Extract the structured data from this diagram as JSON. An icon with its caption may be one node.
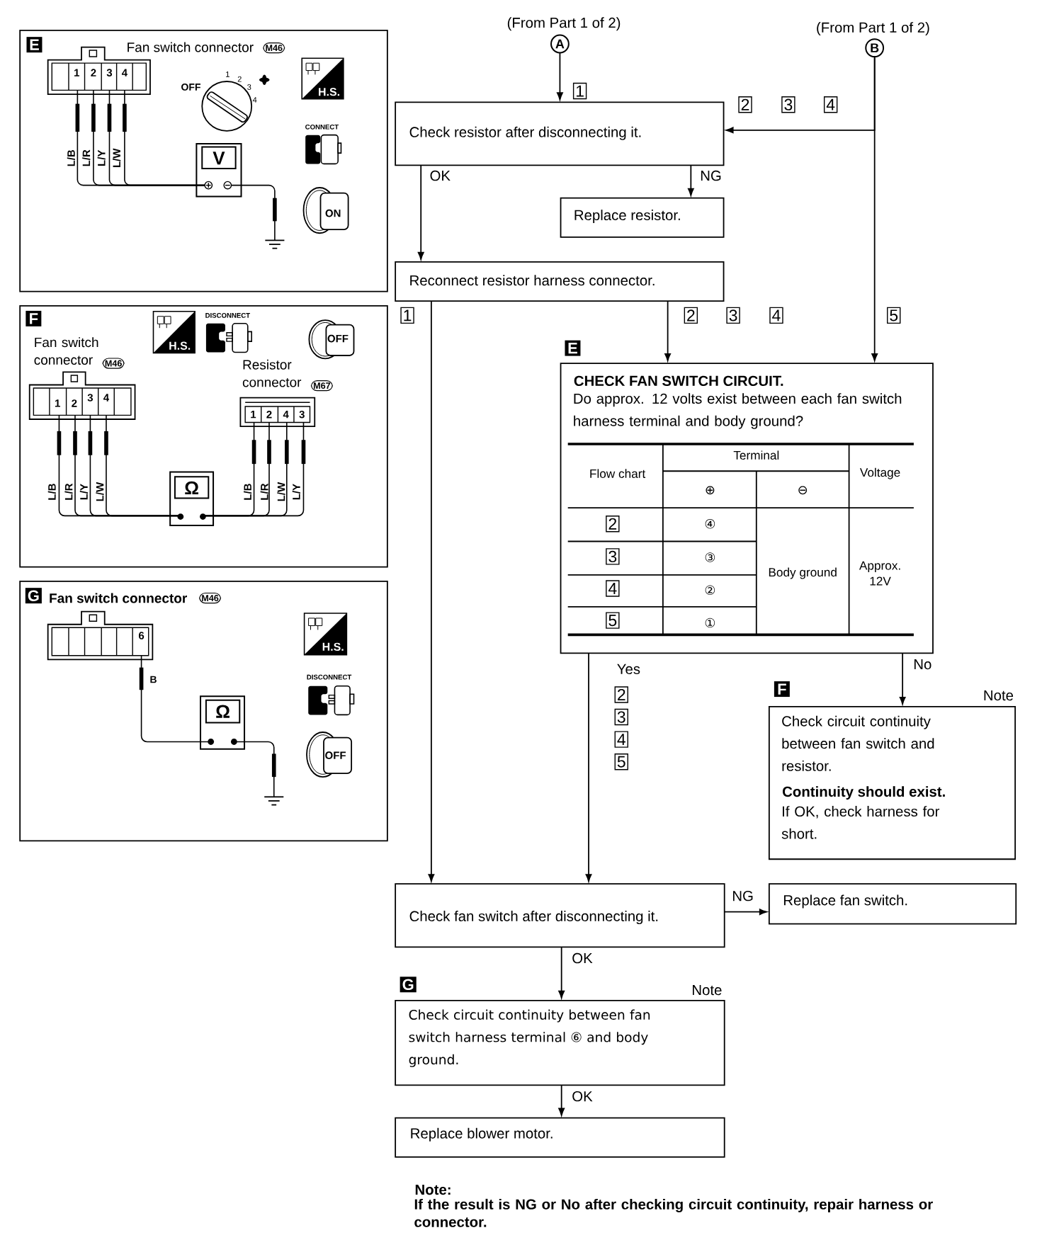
{
  "diagram": {
    "nodes": [
      {
        "text": [
          "A"
        ],
        "beside": [
          "(From Part 1 of 2)"
        ]
      },
      {
        "text": [
          "B"
        ],
        "beside": [
          "(From Part 1 of 2)"
        ]
      },
      {
        "text": [
          "Check resistor after disconnecting it."
        ]
      },
      {
        "text": [
          "Replace resistor."
        ]
      },
      {
        "text": [
          "Reconnect resistor harness connector."
        ]
      },
      {
        "text": [
          "CHECK FAN SWITCH CIRCUIT.",
          "Do approx. 12 volts exist between each fan switch harness terminal and body ground?"
        ],
        "beside": [
          "E"
        ]
      },
      {
        "text": [
          "Check circuit continuity between fan switch and resistor.",
          "Continuity should exist.",
          "If OK, check harness for short."
        ],
        "beside": [
          "F",
          "Note"
        ]
      },
      {
        "text": [
          "Check fan switch after disconnecting it."
        ]
      },
      {
        "text": [
          "Replace fan switch."
        ]
      },
      {
        "text": [
          "Check circuit continuity between fan switch harness terminal ⑥ and body ground."
        ],
        "beside": [
          "G",
          "Note"
        ]
      },
      {
        "text": [
          "Replace blower motor."
        ]
      },
      {
        "text": [
          "E",
          "Fan switch connector",
          "M46",
          "1",
          "2",
          "3",
          "4",
          "OFF",
          "1",
          "2",
          "3",
          "4",
          "L/B",
          "L/R",
          "L/Y",
          "L/W",
          "V",
          "H.S.",
          "CONNECT",
          "ON"
        ]
      },
      {
        "text": [
          "F",
          "Fan switch connector",
          "M46",
          "1",
          "2",
          "3",
          "4",
          "L/B",
          "L/R",
          "L/Y",
          "L/W",
          "Ω",
          "H.S.",
          "DISCONNECT",
          "OFF",
          "Resistor connector",
          "M67",
          "1",
          "2",
          "4",
          "3",
          "L/B",
          "L/R",
          "L/W",
          "L/Y"
        ]
      },
      {
        "text": [
          "G",
          "Fan switch connector",
          "M46",
          "6",
          "B",
          "Ω",
          "H.S.",
          "DISCONNECT",
          "OFF"
        ]
      }
    ],
    "edges": [
      {
        "from": 0,
        "to": 2,
        "arrow": "to"
      },
      {
        "from": 1,
        "to": 2,
        "arrow": "to"
      },
      {
        "from": 1,
        "to": 5,
        "arrow": "to"
      },
      {
        "from": 2,
        "to": 4,
        "arrow": "to",
        "label": "OK"
      },
      {
        "from": 2,
        "to": 3,
        "arrow": "to",
        "label": "NG"
      },
      {
        "from": 4,
        "to": 7,
        "arrow": "to"
      },
      {
        "from": 4,
        "to": 5,
        "arrow": "to"
      },
      {
        "from": 5,
        "to": 7,
        "arrow": "to",
        "label": "Yes"
      },
      {
        "from": 5,
        "to": 6,
        "arrow": "to",
        "label": "No"
      },
      {
        "from": 7,
        "to": 8,
        "arrow": "to",
        "label": "NG"
      },
      {
        "from": 7,
        "to": 9,
        "arrow": "to",
        "label": "OK"
      },
      {
        "from": 9,
        "to": 10,
        "arrow": "to",
        "label": "OK"
      }
    ],
    "labels": [
      "1",
      "2",
      "3",
      "4",
      "1",
      "2",
      "3",
      "4",
      "5",
      "Flow chart",
      "Terminal",
      "Voltage",
      "⊕",
      "⊖",
      "2",
      "④",
      "Body ground",
      "Approx. 12V",
      "3",
      "③",
      "4",
      "②",
      "5",
      "①",
      "2",
      "3",
      "4",
      "5",
      "Note:",
      "If the result is NG or No after checking circuit continuity, repair harness or connector."
    ]
  }
}
